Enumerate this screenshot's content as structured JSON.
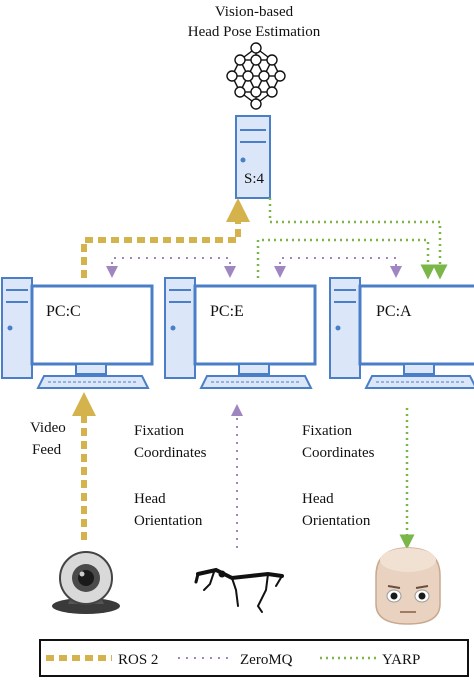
{
  "title": {
    "line1": "Vision-based",
    "line2": "Head Pose Estimation"
  },
  "server": {
    "label": "S:4"
  },
  "computers": [
    {
      "label": "PC:C"
    },
    {
      "label": "PC:E"
    },
    {
      "label": "PC:A"
    }
  ],
  "annotations": {
    "video_feed_line1": "Video",
    "video_feed_line2": "Feed",
    "pc_e_fixation_line1": "Fixation",
    "pc_e_fixation_line2": "Coordinates",
    "pc_e_head_line1": "Head",
    "pc_e_head_line2": "Orientation",
    "pc_a_fixation_line1": "Fixation",
    "pc_a_fixation_line2": "Coordinates",
    "pc_a_head_line1": "Head",
    "pc_a_head_line2": "Orientation"
  },
  "devices": {
    "camera_icon": "webcam-icon",
    "eye_tracker_icon": "eye-tracker-glasses-icon",
    "robot_icon": "robot-head-icon",
    "network_icon": "neural-network-icon"
  },
  "legend": {
    "items": [
      {
        "label": "ROS 2",
        "style": "thick-dashed",
        "color": "#d4b24c"
      },
      {
        "label": "ZeroMQ",
        "style": "dotted",
        "color": "#a086c0"
      },
      {
        "label": "YARP",
        "style": "dotted",
        "color": "#7ab648"
      }
    ]
  },
  "colors": {
    "ros2": "#d4b24c",
    "zeromq": "#a086c0",
    "yarp": "#7ab648",
    "computer_fill": "#dbe7f8",
    "computer_stroke": "#4a7fc7"
  }
}
